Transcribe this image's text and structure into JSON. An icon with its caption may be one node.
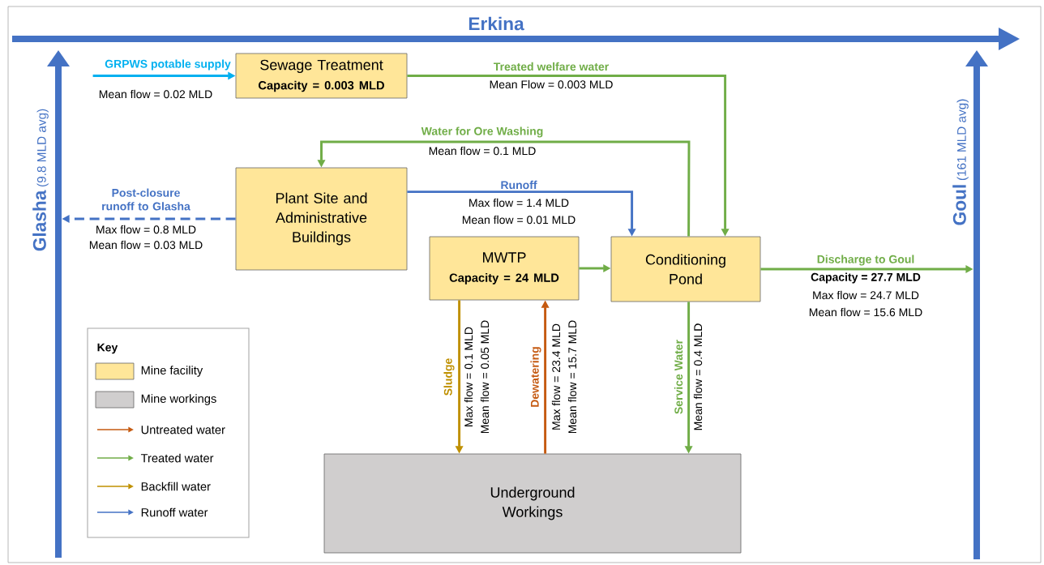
{
  "diagram": {
    "nodes": [
      {
        "text": [
          "Sewage Treatment",
          "Capacity = 0.003 MLD"
        ]
      },
      {
        "text": [
          "Plant Site and Administrative Buildings"
        ]
      },
      {
        "text": [
          "MWTP",
          "Capacity = 24 MLD"
        ]
      },
      {
        "text": [
          "Conditioning Pond"
        ]
      },
      {
        "text": [
          "Underground Workings"
        ]
      },
      {
        "text": [
          "Erkina"
        ]
      },
      {
        "text": [
          "Glasha",
          "(9.8 MLD avg)"
        ]
      },
      {
        "text": [
          "Goul",
          "(161 MLD avg)"
        ]
      }
    ],
    "edges": [
      {
        "from": null,
        "to": 0,
        "arrow": "to",
        "label": "GRPWS potable supply",
        "color": "#00b0f0"
      },
      {
        "from": 0,
        "to": 3,
        "arrow": "to",
        "label": "Treated welfare water"
      },
      {
        "from": 3,
        "to": 1,
        "arrow": "to",
        "label": "Water for Ore Washing"
      },
      {
        "from": 1,
        "to": 3,
        "arrow": "to",
        "label": "Runoff",
        "color": "#4472c4"
      },
      {
        "from": 1,
        "to": 6,
        "arrow": "to",
        "label": "Post-closure runoff to Glasha",
        "style": "dashed",
        "color": "#4472c4"
      },
      {
        "from": 2,
        "to": 3,
        "arrow": "to"
      },
      {
        "from": 3,
        "to": 7,
        "arrow": "to",
        "label": "Discharge to Goul"
      },
      {
        "from": 2,
        "to": 4,
        "arrow": "to",
        "label": "Sludge",
        "color": "#bf9000"
      },
      {
        "from": 4,
        "to": 2,
        "arrow": "to",
        "label": "Dewatering",
        "color": "#c55a11"
      },
      {
        "from": 3,
        "to": 4,
        "arrow": "to",
        "label": "Service Water"
      }
    ],
    "labels": [
      "Mean flow = 0.02 MLD",
      "Mean Flow = 0.003 MLD",
      "Mean flow = 0.1 MLD",
      "Max flow = 1.4 MLD",
      "Mean flow = 0.01 MLD",
      "Max flow = 0.8 MLD",
      "Mean flow = 0.03 MLD",
      "Capacity = 27.7 MLD",
      "Max flow = 24.7 MLD",
      "Mean flow = 15.6 MLD",
      "Max flow = 0.1 MLD",
      "Mean flow = 0.05 MLD",
      "Max flow = 23.4 MLD",
      "Mean flow = 15.7 MLD",
      "Mean flow = 0.4 MLD",
      "Key"
    ],
    "legend": [
      {
        "text": "Mine facility",
        "color": "#ffe699"
      },
      {
        "text": "Mine workings",
        "color": "#d0cece"
      },
      {
        "text": "Untreated water"
      },
      {
        "text": "Treated water"
      },
      {
        "text": "Backfill water"
      },
      {
        "text": "Runoff water"
      }
    ]
  }
}
